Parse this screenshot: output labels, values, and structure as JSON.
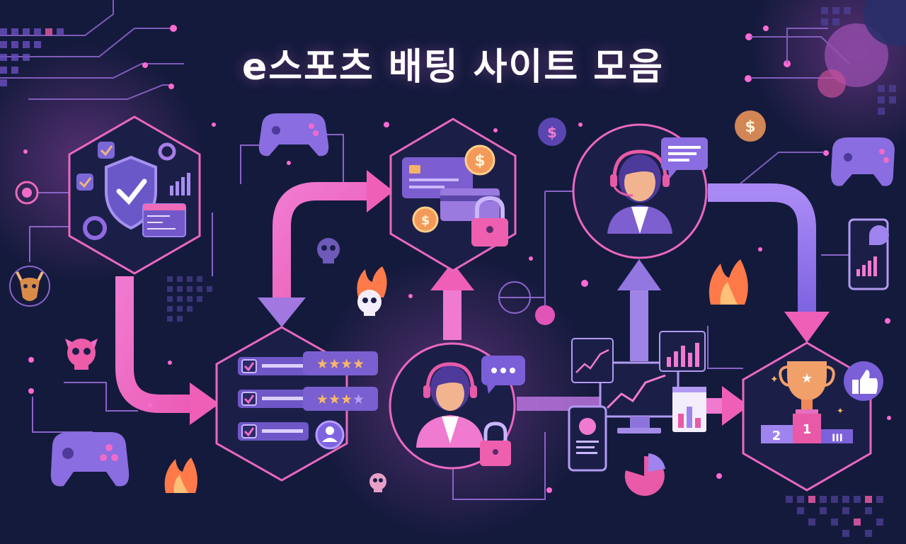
{
  "title": "e스포츠 배팅 사이트 모음",
  "colors": {
    "background": "#141a3c",
    "accent_pink": "#f06bc8",
    "accent_purple": "#8c6cf0",
    "panel_purple": "#5b4bb8",
    "coin_orange": "#f39a5a",
    "flame_orange": "#ff7a4a"
  },
  "podium": {
    "second": "2",
    "first": "1",
    "third": "III"
  },
  "nodes": [
    {
      "name": "security-node",
      "icons": [
        "shield-check-icon",
        "gear-icon",
        "checkbox-icon",
        "bar-chart-icon",
        "code-window-icon"
      ]
    },
    {
      "name": "payment-node",
      "icons": [
        "credit-card-icon",
        "dollar-coin-icon",
        "padlock-icon"
      ]
    },
    {
      "name": "support-agent-node",
      "icons": [
        "headset-agent-icon",
        "chat-bubble-icon"
      ]
    },
    {
      "name": "reviews-node",
      "icons": [
        "checklist-icon",
        "star-rating-icon",
        "user-icon"
      ]
    },
    {
      "name": "live-chat-node",
      "icons": [
        "headset-agent-icon",
        "typing-bubble-icon",
        "padlock-icon"
      ]
    },
    {
      "name": "ranking-node",
      "icons": [
        "trophy-icon",
        "podium-icon",
        "thumbs-up-icon"
      ]
    }
  ]
}
